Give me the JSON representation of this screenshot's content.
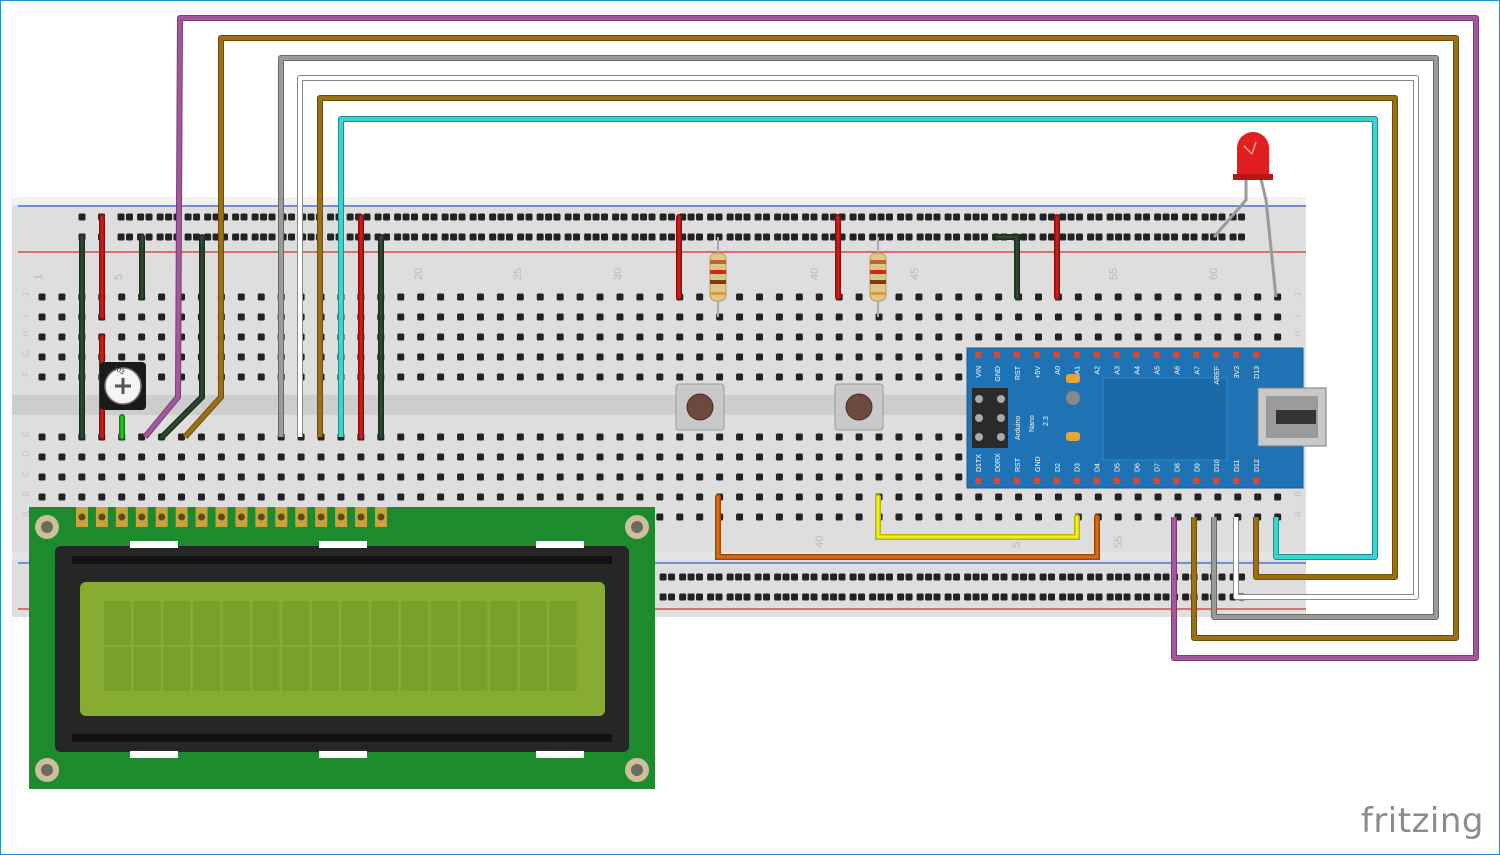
{
  "brand": "fritzing",
  "breadboard": {
    "column_numbers": [
      "1",
      "5",
      "20",
      "25",
      "30",
      "40",
      "45",
      "55",
      "60"
    ],
    "lower_column_numbers": [
      "40",
      "5",
      "55"
    ],
    "row_letters_top": [
      "J",
      "I",
      "H",
      "G",
      "F"
    ],
    "row_letters_bottom": [
      "E",
      "D",
      "C",
      "B",
      "A"
    ]
  },
  "arduino": {
    "name_lines": [
      "Arduino",
      "Nano",
      "2.3"
    ],
    "pins_top": [
      "VIN",
      "GND",
      "RST",
      "+5V",
      "A0",
      "A1",
      "A2",
      "A3",
      "A4",
      "A5",
      "A6",
      "A7",
      "AREF",
      "3V3",
      "D13"
    ],
    "pins_bottom": [
      "D1TX",
      "D0RX",
      "RST",
      "GND",
      "D2",
      "D3",
      "D4",
      "D5",
      "D6",
      "D7",
      "D8",
      "D9",
      "D10",
      "D11",
      "D12"
    ]
  },
  "potentiometer": {
    "label": "103"
  },
  "colors": {
    "purple": "#a5579e",
    "brown": "#9b6f14",
    "gray": "#9a9a9a",
    "white": "#ffffff",
    "cyan": "#39d5d3",
    "red": "#cc1d1d",
    "black": "#233a25",
    "orange": "#db6b11",
    "yellow": "#f2ee1b",
    "green": "#1ec71e",
    "lcd_board": "#1e8a2e",
    "lcd_screen": "#86ad32",
    "nano_board": "#1f73b4"
  }
}
